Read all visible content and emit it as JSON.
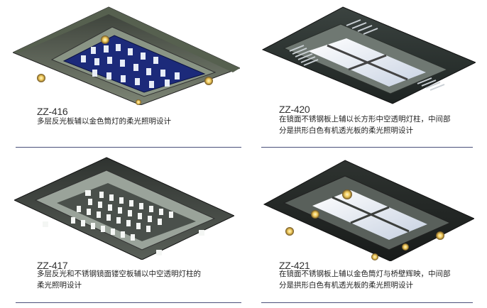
{
  "products": [
    {
      "model": "ZZ-416",
      "description": [
        "多层反光板辅以金色筒灯的柔光照明设计"
      ]
    },
    {
      "model": "ZZ-420",
      "description": [
        "在镜面不锈钢板上辅以长方形中空透明灯柱，中间部",
        "分是拱形白色有机透光板的柔光照明设计"
      ]
    },
    {
      "model": "ZZ-417",
      "description": [
        "多层反光和不锈钢镜面镂空板辅以中空透明灯柱的",
        "柔光照明设计"
      ]
    },
    {
      "model": "ZZ-421",
      "description": [
        "在镜面不锈钢板上辅以金色筒灯与桥壁辉映，中间部",
        "分是拱形白色有机透光板的柔光照明设计"
      ]
    }
  ],
  "colors": {
    "divider": "#4a4f7a",
    "gold_light": "#f3d77a",
    "navy_panel": "#1c2a7a"
  }
}
